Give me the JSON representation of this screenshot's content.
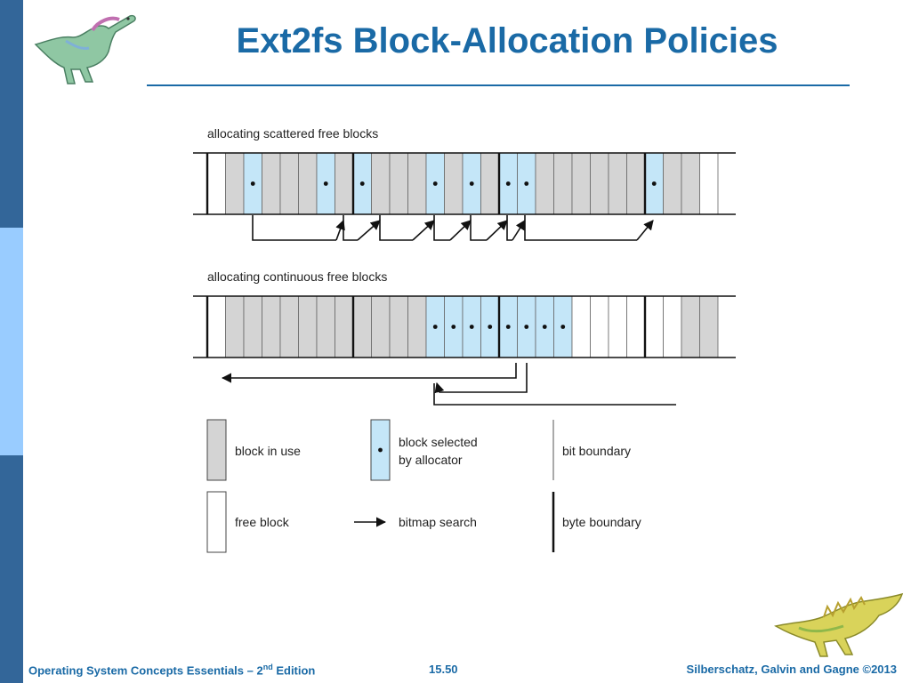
{
  "slide": {
    "title": "Ext2fs Block-Allocation Policies",
    "footer_left_pre": "Operating System Concepts Essentials – 2",
    "footer_left_sup": "nd",
    "footer_left_post": " Edition",
    "page_number": "15.50",
    "copyright": "Silberschatz, Galvin and Gagne ©2013"
  },
  "diagram": {
    "scattered_label": "allocating scattered free blocks",
    "continuous_label": "allocating continuous free blocks",
    "scattered_blocks": "FUSUUUSUSUUUSUSUSSUUUUUUSUUF",
    "continuous_blocks": "FUUUUUUUUUUUSSSSSSSSFFFFFFUU",
    "scattered_byte_boundaries": [
      0,
      8,
      16,
      24
    ],
    "continuous_byte_boundaries": [
      0,
      8,
      16,
      24
    ],
    "legend": {
      "in_use": "block in use",
      "selected_line1": "block selected",
      "selected_line2": "by allocator",
      "bit_boundary": "bit boundary",
      "free": "free block",
      "bitmap_search": "bitmap search",
      "byte_boundary": "byte boundary"
    }
  },
  "colors": {
    "title": "#1a6aa6",
    "block_in_use": "#d4d4d4",
    "block_selected": "#c4e6f8",
    "block_free": "#ffffff",
    "sidebar_dark": "#336699",
    "sidebar_light": "#99ccff"
  },
  "icons": {
    "top_left": "dinosaur-icon",
    "bottom_right": "dinosaur-icon"
  }
}
